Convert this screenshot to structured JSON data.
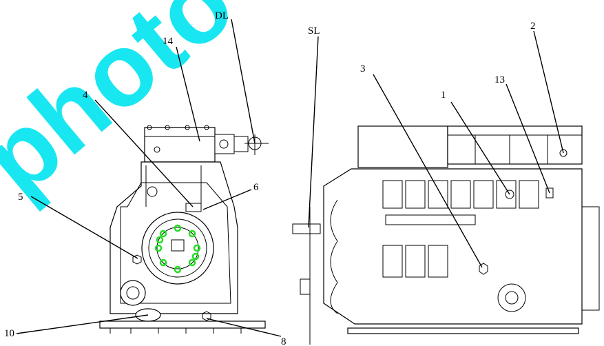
{
  "watermark": "photo",
  "labels": {
    "dl": "DL",
    "sl": "SL",
    "n14": "14",
    "n4": "4",
    "n6": "6",
    "n5": "5",
    "n10": "10",
    "n8": "8",
    "n3": "3",
    "n2": "2",
    "n1": "1",
    "n13": "13"
  },
  "colors": {
    "watermark": "#00e5f0",
    "bolt_highlight": "#22dd22",
    "line": "#000000"
  }
}
